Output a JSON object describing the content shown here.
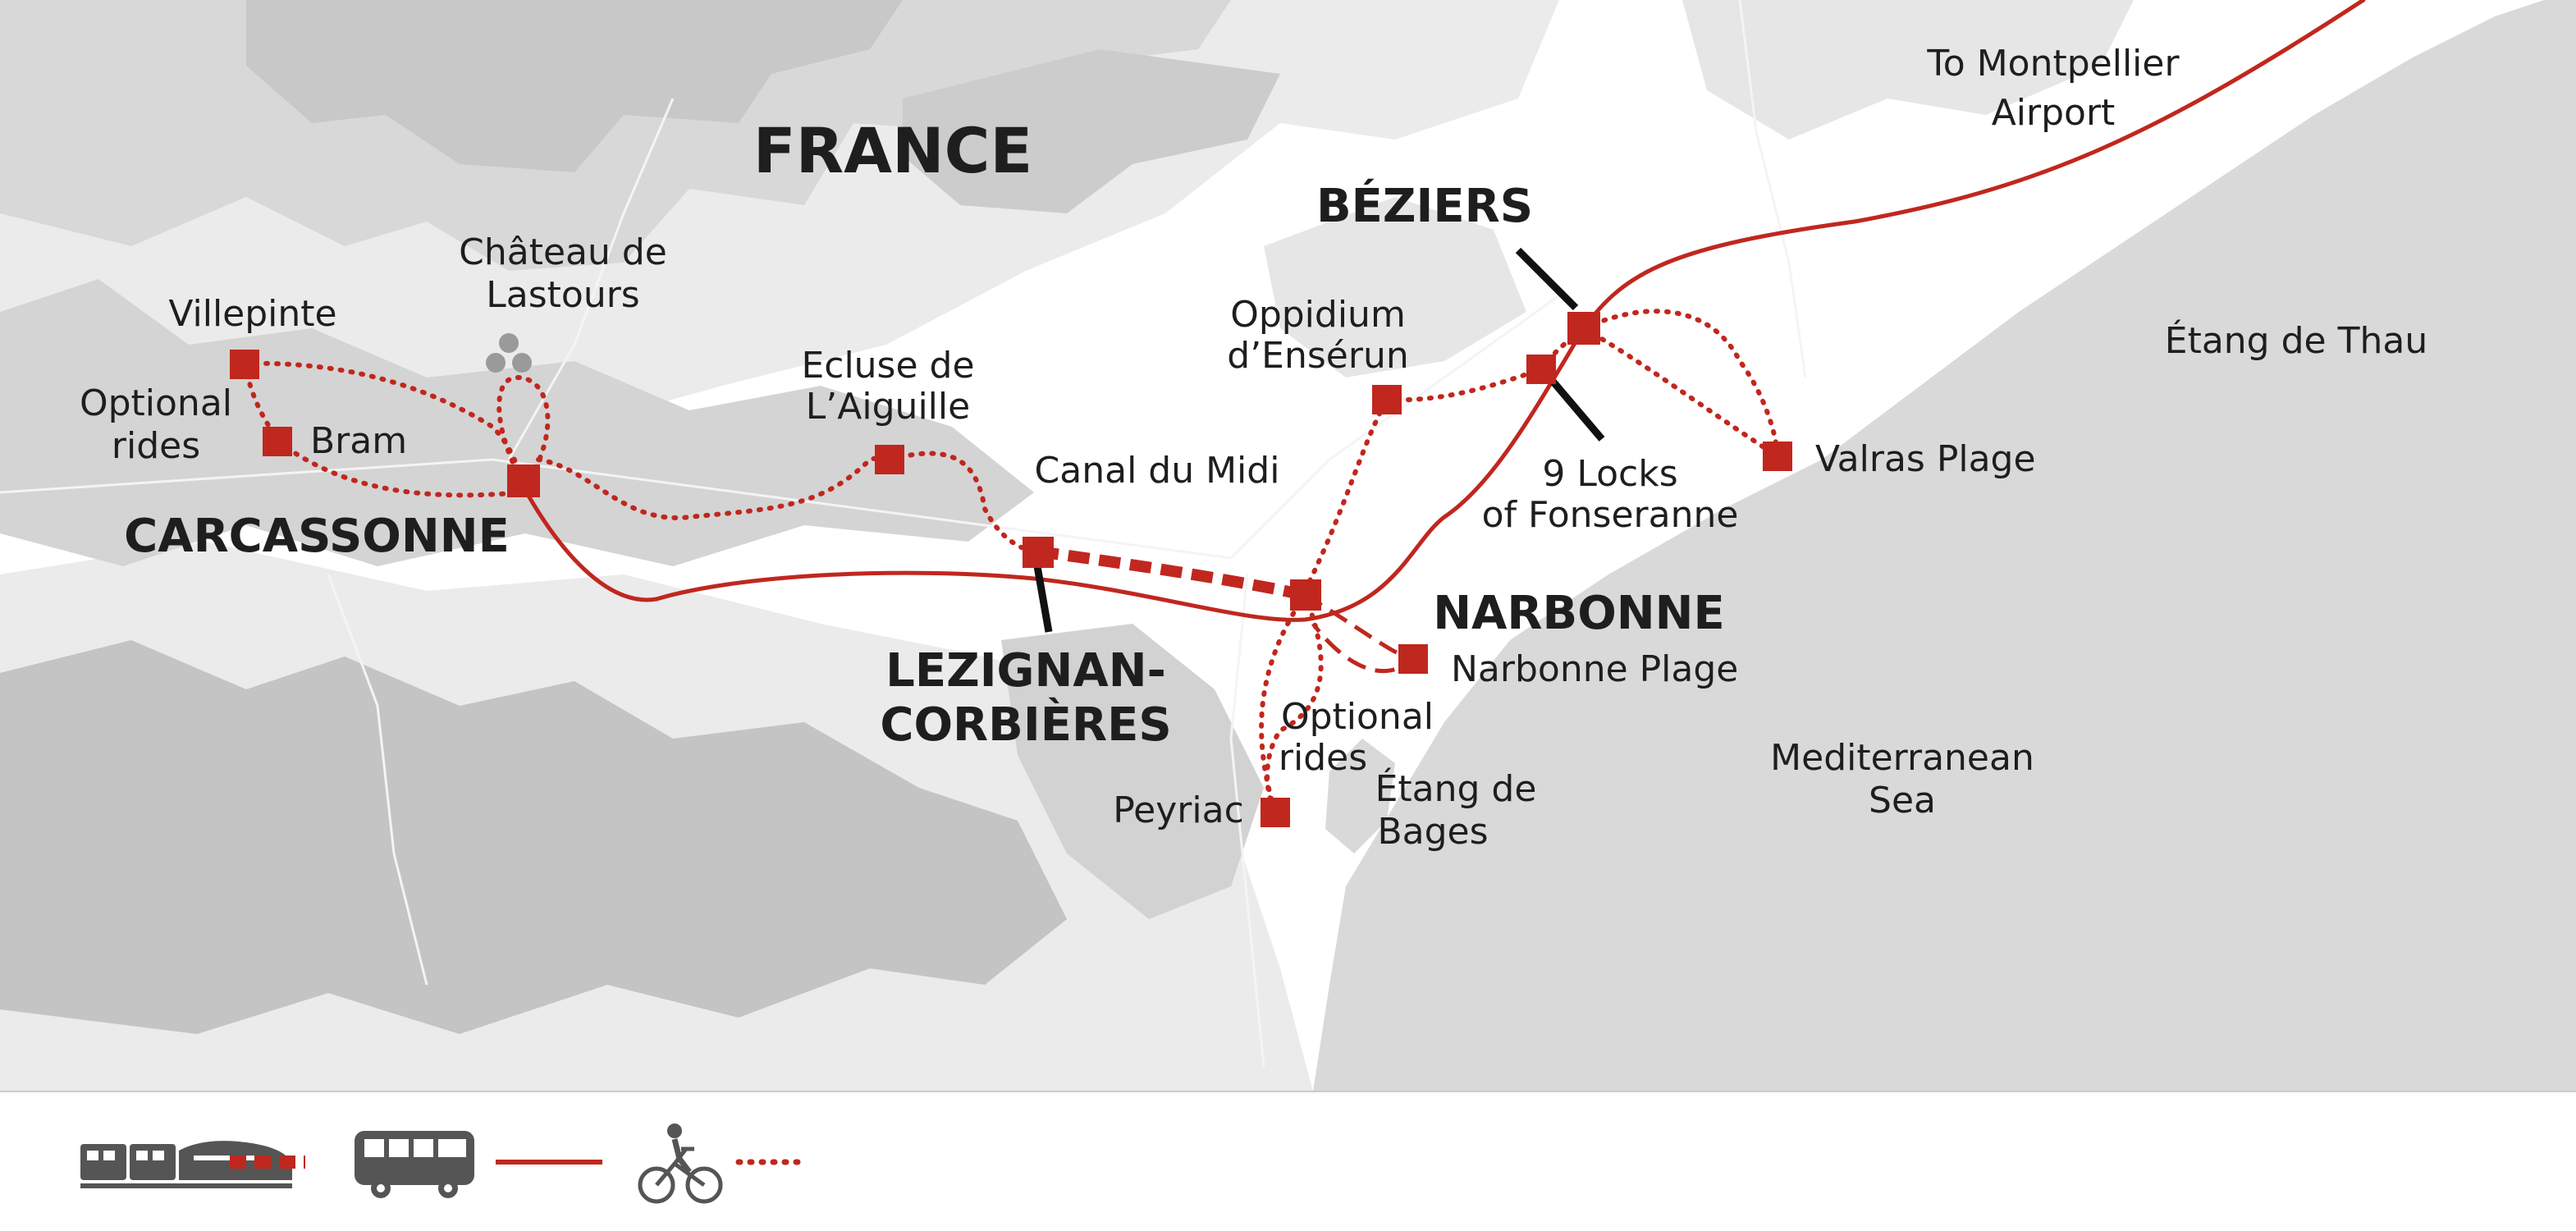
{
  "map": {
    "colors": {
      "land": "#ffffff",
      "terrain_light": "#ebebeb",
      "terrain_mid": "#dadada",
      "terrain_dark": "#c8c8c8",
      "sea": "#d9d9d9",
      "route": "#c0271e",
      "leader": "#111111",
      "legend_icon": "#555555"
    },
    "labels": {
      "country": "FRANCE",
      "to_airport": "To Montpellier",
      "to_airport_2": "Airport",
      "beziers": "BÉZIERS",
      "chateau": "Château de",
      "chateau_2": "Lastours",
      "villepinte": "Villepinte",
      "optional_rides_w": "Optional",
      "optional_rides_w_2": "rides",
      "bram": "Bram",
      "carcassonne": "CARCASSONNE",
      "ecluse": "Ecluse de",
      "ecluse_2": "L’Aiguille",
      "canal": "Canal du Midi",
      "oppidum": "Oppidium",
      "oppidum_2": "d’Ensérun",
      "nine_locks": "9 Locks",
      "nine_locks_2": "of Fonseranne",
      "valras": "Valras Plage",
      "etang_thau": "Étang de Thau",
      "narbonne": "NARBONNE",
      "narbonne_plage": "Narbonne Plage",
      "lezignan": "LEZIGNAN-",
      "lezignan_2": "CORBIÈRES",
      "optional_rides_s": "Optional",
      "optional_rides_s_2": "rides",
      "peyriac": "Peyriac",
      "etang_bages": "Étang de",
      "etang_bages_2": "Bages",
      "mediterranean": "Mediterranean",
      "mediterranean_2": "Sea"
    },
    "legend": [
      {
        "icon": "train-icon",
        "line": "thick-dashed"
      },
      {
        "icon": "bus-icon",
        "line": "solid"
      },
      {
        "icon": "cyclist-icon",
        "line": "dotted"
      }
    ]
  }
}
